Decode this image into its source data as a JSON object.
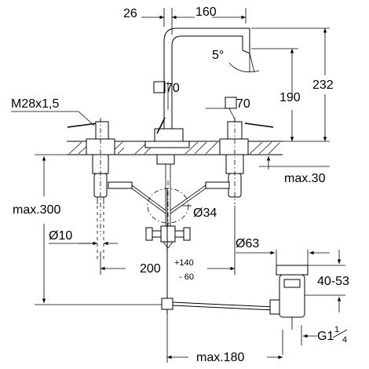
{
  "dimensions": {
    "d_26": "26",
    "d_160": "160",
    "angle": "5°",
    "sq_70_a": "70",
    "sq_70_b": "70",
    "d_190": "190",
    "d_232": "232",
    "thread": "M28x1,5",
    "max30": "max.30",
    "max300": "max.300",
    "dia34": "Ø34",
    "dia10": "Ø10",
    "dia63": "Ø63",
    "d_200": "200",
    "tol_plus": "+140",
    "tol_minus": "- 60",
    "d_40_53": "40-53",
    "thread_g": "G1",
    "frac_num": "1",
    "frac_den": "4",
    "max180": "max.180"
  },
  "colors": {
    "line": "#000000",
    "background": "#ffffff"
  }
}
